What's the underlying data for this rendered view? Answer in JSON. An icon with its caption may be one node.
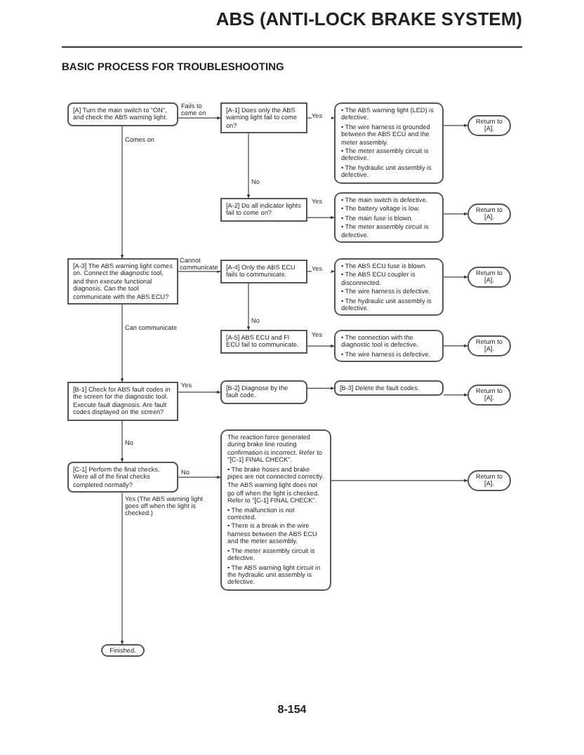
{
  "diagram": {
    "title": "ABS (ANTI-LOCK BRAKE SYSTEM)",
    "nodes": [
      {
        "text": [
          "[A] Turn the main switch to \"ON\", and check the ABS warning light."
        ]
      },
      {
        "text": [
          "[A-1] Does only the ABS warning light fail to come on?"
        ]
      },
      {
        "text": [
          "• The ABS warning light (LED) is defective.",
          "• The wire harness is grounded between the ABS ECU and the meter assembly.",
          "• The meter assembly circuit is defective.",
          "• The hydraulic unit assembly is defective."
        ]
      },
      {
        "text": [
          "Return to [A]."
        ]
      },
      {
        "text": [
          "[A-2] Do all indicator lights fail to come on?"
        ]
      },
      {
        "text": [
          "• The main switch is defective.",
          "• The battery voltage is low.",
          "• The main fuse is blown.",
          "• The meter assembly circuit is defective."
        ]
      },
      {
        "text": [
          "Return to [A]."
        ]
      },
      {
        "text": [
          "[A-3] The ABS warning light comes on. Connect the diagnostic tool, and then execute functional diagnosis. Can the tool communicate with the ABS ECU?"
        ]
      },
      {
        "text": [
          "[A-4] Only the ABS ECU fails to communicate."
        ]
      },
      {
        "text": [
          "• The ABS ECU fuse is blown.",
          "• The ABS ECU coupler is disconnected.",
          "• The wire harness is defective.",
          "• The hydraulic unit assembly is defective."
        ]
      },
      {
        "text": [
          "Return to [A]."
        ]
      },
      {
        "text": [
          "[A-5] ABS ECU and FI ECU fail to communicate."
        ]
      },
      {
        "text": [
          "• The connection with the diagnostic tool is defective.",
          "• The wire harness is defective."
        ]
      },
      {
        "text": [
          "Return to [A]."
        ]
      },
      {
        "text": [
          "[B-1] Check for ABS fault codes in the screen for the diagnostic tool. Execute fault diagnosis. Are fault codes displayed on the screen?"
        ]
      },
      {
        "text": [
          "[B-2] Diagnose by the fault code."
        ]
      },
      {
        "text": [
          "[B-3] Delete the fault codes."
        ]
      },
      {
        "text": [
          "Return to [A]."
        ]
      },
      {
        "text": [
          "[C-1] Perform the final checks. Were all of the final checks completed normally?"
        ]
      },
      {
        "text": [
          "The reaction force generated during brake line routing confirmation is incorrect. Refer to \"[C-1] FINAL CHECK\".",
          "• The brake hoses and brake pipes are not connected correctly.",
          "The ABS warning light does not go off when the light is checked. Refer to \"[C-1] FINAL CHECK\".",
          "• The malfunction is not corrected.",
          "• There is a break in the wire harness between the ABS ECU and the meter assembly.",
          "• The meter assembly circuit is defective.",
          "• The ABS warning light circuit in the hydraulic unit assembly is defective."
        ]
      },
      {
        "text": [
          "Return to [A]."
        ]
      },
      {
        "text": [
          "Finished."
        ]
      }
    ],
    "edges": [
      {
        "from": 0,
        "to": 1,
        "arrow": "to",
        "label": "Fails to come on"
      },
      {
        "from": 1,
        "to": 2,
        "arrow": "to",
        "label": "Yes"
      },
      {
        "from": 2,
        "to": 3,
        "arrow": "to"
      },
      {
        "from": 1,
        "to": 4,
        "arrow": "to",
        "label": "No"
      },
      {
        "from": 4,
        "to": 5,
        "arrow": "to",
        "label": "Yes"
      },
      {
        "from": 5,
        "to": 6,
        "arrow": "to"
      },
      {
        "from": 0,
        "to": 7,
        "arrow": "to",
        "label": "Comes on"
      },
      {
        "from": 7,
        "to": 8,
        "arrow": "to",
        "label": "Cannot communicate"
      },
      {
        "from": 8,
        "to": 9,
        "arrow": "to",
        "label": "Yes"
      },
      {
        "from": 9,
        "to": 10,
        "arrow": "to"
      },
      {
        "from": 8,
        "to": 11,
        "arrow": "to",
        "label": "No"
      },
      {
        "from": 11,
        "to": 12,
        "arrow": "to",
        "label": "Yes"
      },
      {
        "from": 12,
        "to": 13,
        "arrow": "to"
      },
      {
        "from": 7,
        "to": 14,
        "arrow": "to",
        "label": "Can communicate"
      },
      {
        "from": 14,
        "to": 15,
        "arrow": "to",
        "label": "Yes"
      },
      {
        "from": 15,
        "to": 16,
        "arrow": "to"
      },
      {
        "from": 16,
        "to": 17,
        "arrow": "to"
      },
      {
        "from": 14,
        "to": 18,
        "arrow": "to",
        "label": "No"
      },
      {
        "from": 18,
        "to": 19,
        "arrow": "to",
        "label": "No"
      },
      {
        "from": 19,
        "to": 20,
        "arrow": "to"
      },
      {
        "from": 18,
        "to": 21,
        "arrow": "to",
        "label": "Yes (The ABS warning light goes off when the light is checked.)"
      }
    ],
    "labels": [
      "BASIC PROCESS FOR TROUBLESHOOTING",
      "8-154"
    ]
  }
}
